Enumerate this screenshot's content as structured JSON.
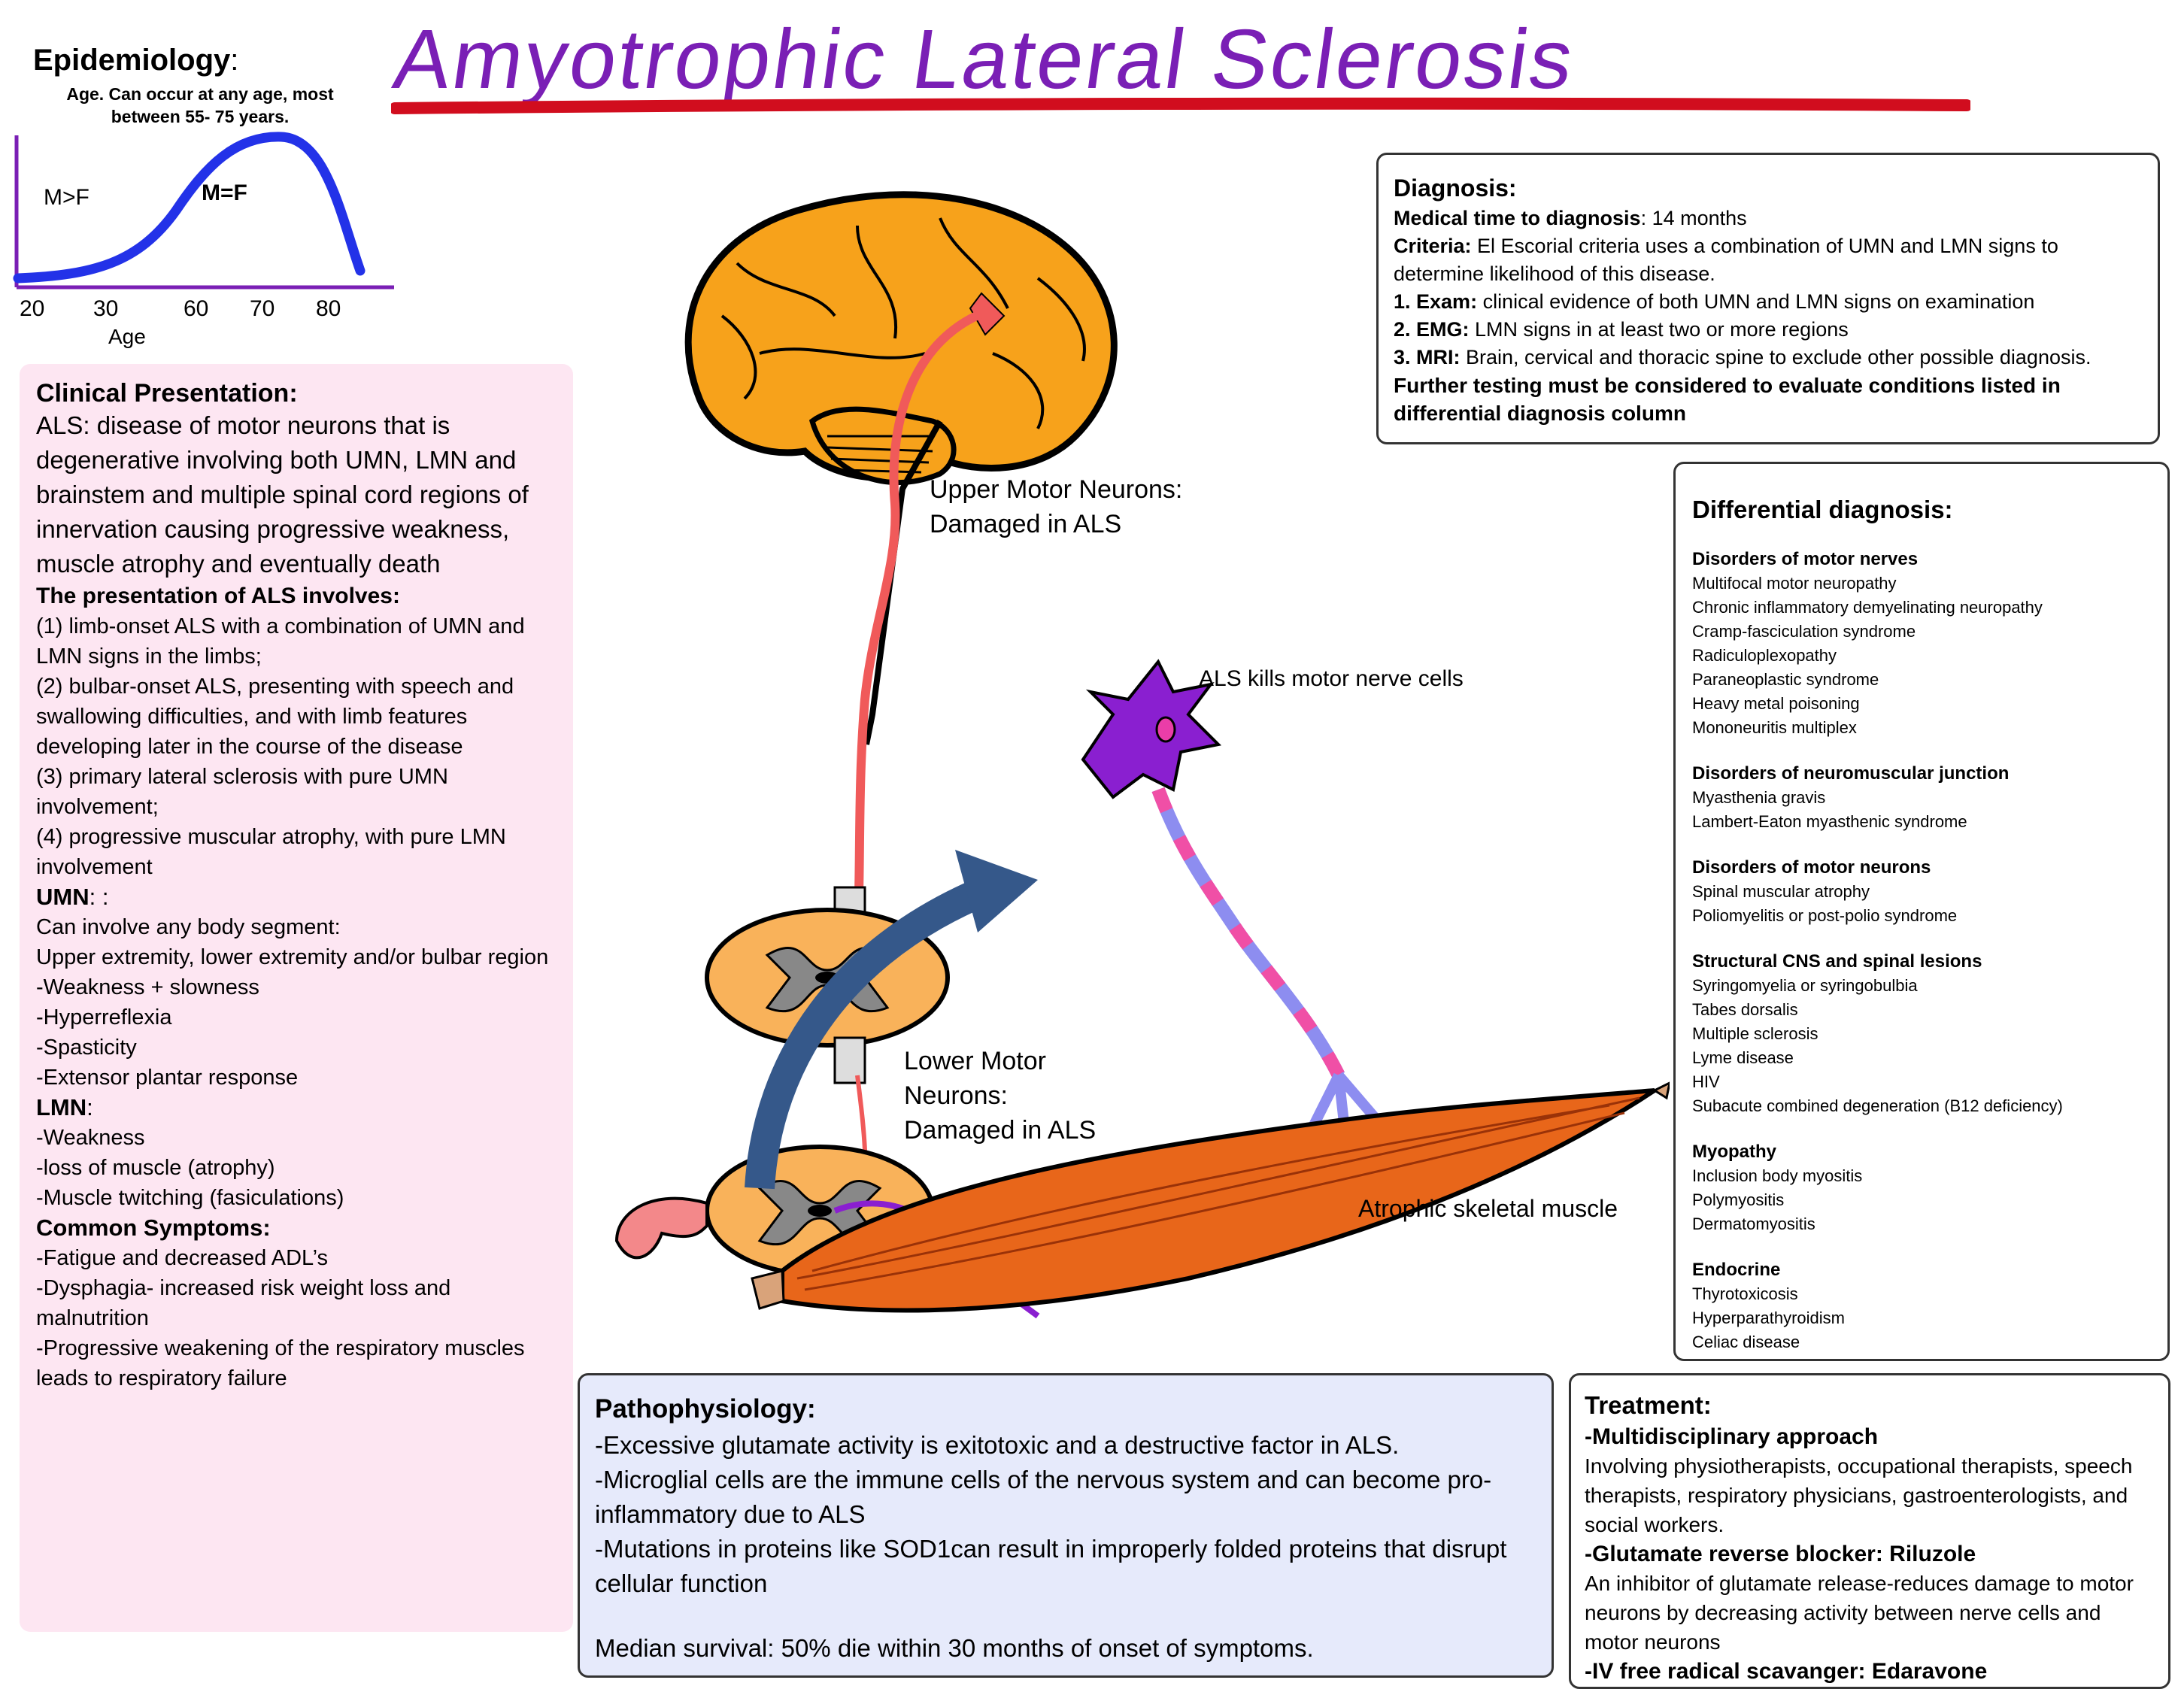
{
  "title": "Amyotrophic Lateral Sclerosis",
  "epidemiology": {
    "heading": "Epidemiology",
    "colon": ":",
    "note_line1": "Age. Can occur at any age, most",
    "note_line2": "between 55- 75 years.",
    "label_left": "M>F",
    "label_peak": "M=F",
    "x_ticks": [
      "20",
      "30",
      "60",
      "70",
      "80"
    ],
    "x_label": "Age",
    "curve_color": "#2332e8"
  },
  "clinical": {
    "heading": "Clinical Presentation:",
    "intro": "ALS: disease of motor neurons that is degenerative involving both UMN, LMN and brainstem and multiple spinal cord regions of innervation causing progressive weakness, muscle atrophy and eventually death",
    "presentation_heading": "The presentation of ALS involves:",
    "presentation_items": [
      "(1) limb-onset ALS with a combination of UMN and LMN signs in the limbs;",
      "(2) bulbar-onset ALS, presenting with speech and swallowing difficulties, and with limb features developing later in the course of the disease",
      "(3) primary lateral sclerosis with pure UMN involvement;",
      "(4) progressive muscular atrophy, with pure LMN involvement"
    ],
    "umn_heading": "UMN",
    "umn_suffix": ": :",
    "umn_items": [
      "Can involve any body segment:",
      "Upper extremity, lower extremity and/or bulbar region",
      "-Weakness + slowness",
      "-Hyperreflexia",
      "-Spasticity",
      "-Extensor plantar response"
    ],
    "lmn_heading": "LMN",
    "lmn_suffix": ":",
    "lmn_items": [
      "-Weakness",
      "-loss of muscle (atrophy)",
      "-Muscle twitching (fasiculations)"
    ],
    "symptoms_heading": "Common Symptoms:",
    "symptoms_items": [
      "-Fatigue and decreased ADL’s",
      "-Dysphagia- increased risk weight loss and malnutrition",
      "-Progressive weakening of the respiratory muscles leads to respiratory failure"
    ]
  },
  "diagnosis": {
    "heading": "Diagnosis:",
    "time_label": "Medical time to diagnosis",
    "time_value": ": 14 months",
    "criteria_label": "Criteria:",
    "criteria_text": " El Escorial criteria uses a combination of UMN and LMN signs to determine likelihood of this disease.",
    "exam_label": "1. Exam:",
    "exam_text": " clinical evidence of both UMN and LMN  signs on examination",
    "emg_label": "2. EMG:",
    "emg_text": " LMN signs in at least two or more regions",
    "mri_label": "3. MRI:",
    "mri_text": " Brain, cervical and thoracic spine to exclude other possible diagnosis.",
    "further": "Further testing must be considered to evaluate conditions listed in differential diagnosis column"
  },
  "differential": {
    "heading": "Differential diagnosis:",
    "groups": [
      {
        "name": "Disorders of motor nerves",
        "items": [
          "Multifocal motor neuropathy",
          "Chronic inflammatory demyelinating neuropathy",
          "Cramp-fasciculation syndrome",
          "Radiculoplexopathy",
          "Paraneoplastic syndrome",
          "Heavy metal poisoning",
          "Mononeuritis multiplex"
        ]
      },
      {
        "name": "Disorders of neuromuscular junction",
        "items": [
          "Myasthenia gravis",
          "Lambert-Eaton myasthenic syndrome"
        ]
      },
      {
        "name": "Disorders of motor neurons",
        "items": [
          "Spinal muscular atrophy",
          "Poliomyelitis or post-polio syndrome"
        ]
      },
      {
        "name": "Structural CNS and spinal lesions",
        "items": [
          "Syringomyelia or syringobulbia",
          "Tabes dorsalis",
          "Multiple sclerosis",
          "Lyme disease",
          "HIV",
          "Subacute combined degeneration (B12 deficiency)"
        ]
      },
      {
        "name": "Myopathy",
        "items": [
          "Inclusion body myositis",
          "Polymyositis",
          "Dermatomyositis"
        ]
      },
      {
        "name": "Endocrine",
        "items": [
          "Thyrotoxicosis",
          "Hyperparathyroidism",
          "Celiac disease"
        ]
      }
    ]
  },
  "pathophysiology": {
    "heading": "Pathophysiology:",
    "items": [
      "-Excessive glutamate activity is exitotoxic and a destructive factor in ALS.",
      "-Microglial cells are the immune cells of the nervous system and can become pro-inflammatory due to ALS",
      "-Mutations in proteins like SOD1can result in improperly folded proteins that disrupt cellular function"
    ],
    "survival": "Median survival: 50% die within 30 months of onset of symptoms."
  },
  "treatment": {
    "heading": "Treatment:",
    "multi_heading": "-Multidisciplinary approach",
    "multi_text": "Involving physiotherapists, occupational therapists, speech therapists, respiratory physicians, gastroenterologists, and social workers.",
    "riluzole_heading": "-Glutamate reverse blocker: Riluzole",
    "riluzole_text": "An inhibitor of glutamate release-reduces damage to motor neurons by decreasing activity between nerve cells and motor neurons",
    "edaravone_heading": "-IV free radical scavanger: Edaravone"
  },
  "diagram": {
    "umn_label_line1": "Upper Motor Neurons:",
    "umn_label_line2": "Damaged in ALS",
    "lmn_label_line1": "Lower Motor",
    "lmn_label_line2": "Neurons:",
    "lmn_label_line3": "Damaged in ALS",
    "neuron_label": "ALS kills motor nerve cells",
    "muscle_label": "Atrophic skeletal muscle",
    "colors": {
      "brain": "#f7a21b",
      "tract": "#f05a5a",
      "neuron": "#8a1fd0",
      "muscle": "#e8661a",
      "arrow": "#35588a",
      "cord": "#f9b25a"
    }
  }
}
